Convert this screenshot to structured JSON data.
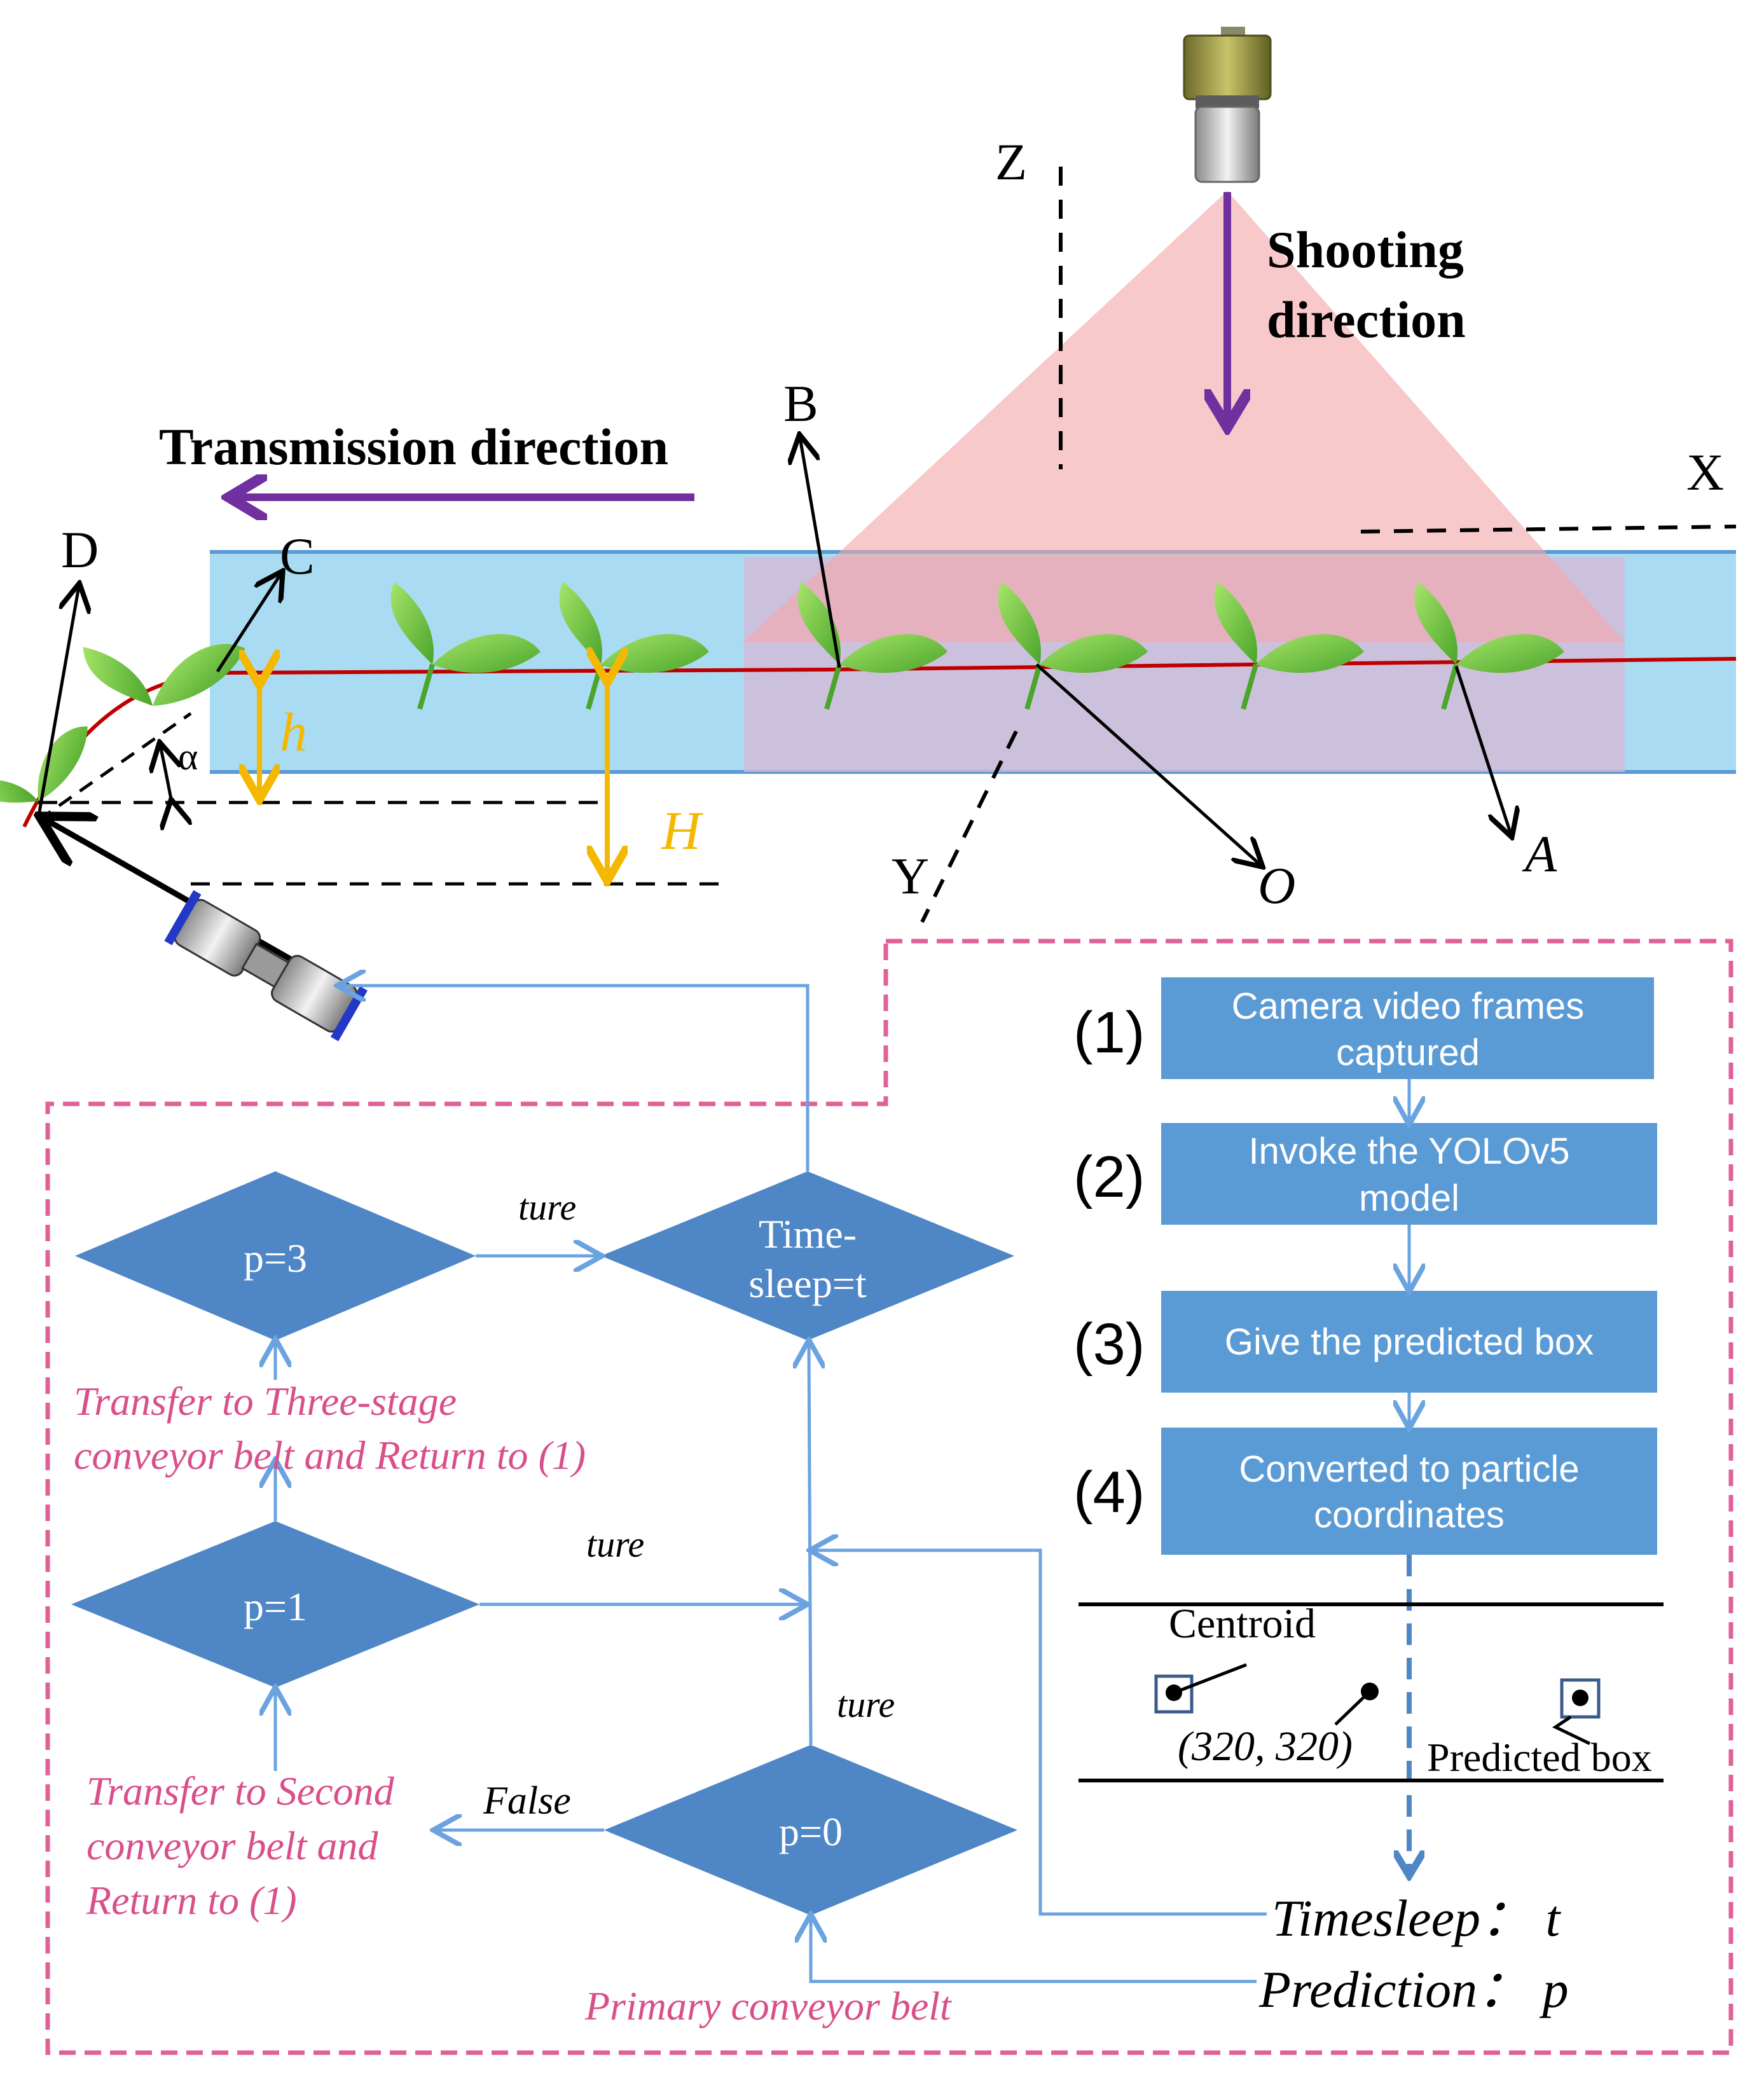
{
  "labels": {
    "shooting_direction_line1": "Shooting",
    "shooting_direction_line2": "direction",
    "transmission_direction": "Transmission direction",
    "axis_z": "Z",
    "axis_x": "X",
    "axis_y": "Y",
    "point_a": "A",
    "point_b": "B",
    "point_c": "C",
    "point_d": "D",
    "point_o": "O",
    "height_small": "h",
    "height_large": "H",
    "angle_alpha": "α"
  },
  "pipeline": {
    "steps": [
      {
        "number": "(1)",
        "line1": "Camera video frames",
        "line2": "captured"
      },
      {
        "number": "(2)",
        "line1": "Invoke the YOLOv5",
        "line2": "model"
      },
      {
        "number": "(3)",
        "line1": "Give the predicted box",
        "line2": ""
      },
      {
        "number": "(4)",
        "line1": "Converted to particle",
        "line2": "coordinates"
      }
    ],
    "centroid_label": "Centroid",
    "coordinate_label": "(320,  320)",
    "predicted_box_label": "Predicted box",
    "timesleep_output": "Timesleep：  t",
    "prediction_output": "Prediction：  p"
  },
  "decisions": {
    "p3": "p=3",
    "timesleep_line1": "Time-",
    "timesleep_line2": "sleep=t",
    "p1": "p=1",
    "p0": "p=0",
    "true_label_1": "ture",
    "true_label_2": "ture",
    "true_label_3": "ture",
    "false_label": "False",
    "three_stage_line1": "Transfer to Three-stage",
    "three_stage_line2": "conveyor belt and Return to (1)",
    "second_line1": "Transfer to Second",
    "second_line2": "conveyor belt and",
    "second_line3": "Return to (1)",
    "primary_belt": "Primary conveyor belt"
  },
  "colors": {
    "process_box": "#5b9bd5",
    "decision_diamond": "#4f86c6",
    "flow_line": "#6aa3e0",
    "belt_fill": "#a9dcf2",
    "belt_border": "#5b9bd5",
    "camera_cone": "#f4a8ab",
    "direction_arrow": "#7030a0",
    "height_marker": "#f5b800",
    "dashed_frame": "#e0609a",
    "pink_text": "#d94f8a",
    "seedling_line": "#c00000",
    "leaf": "#6cc93a"
  }
}
